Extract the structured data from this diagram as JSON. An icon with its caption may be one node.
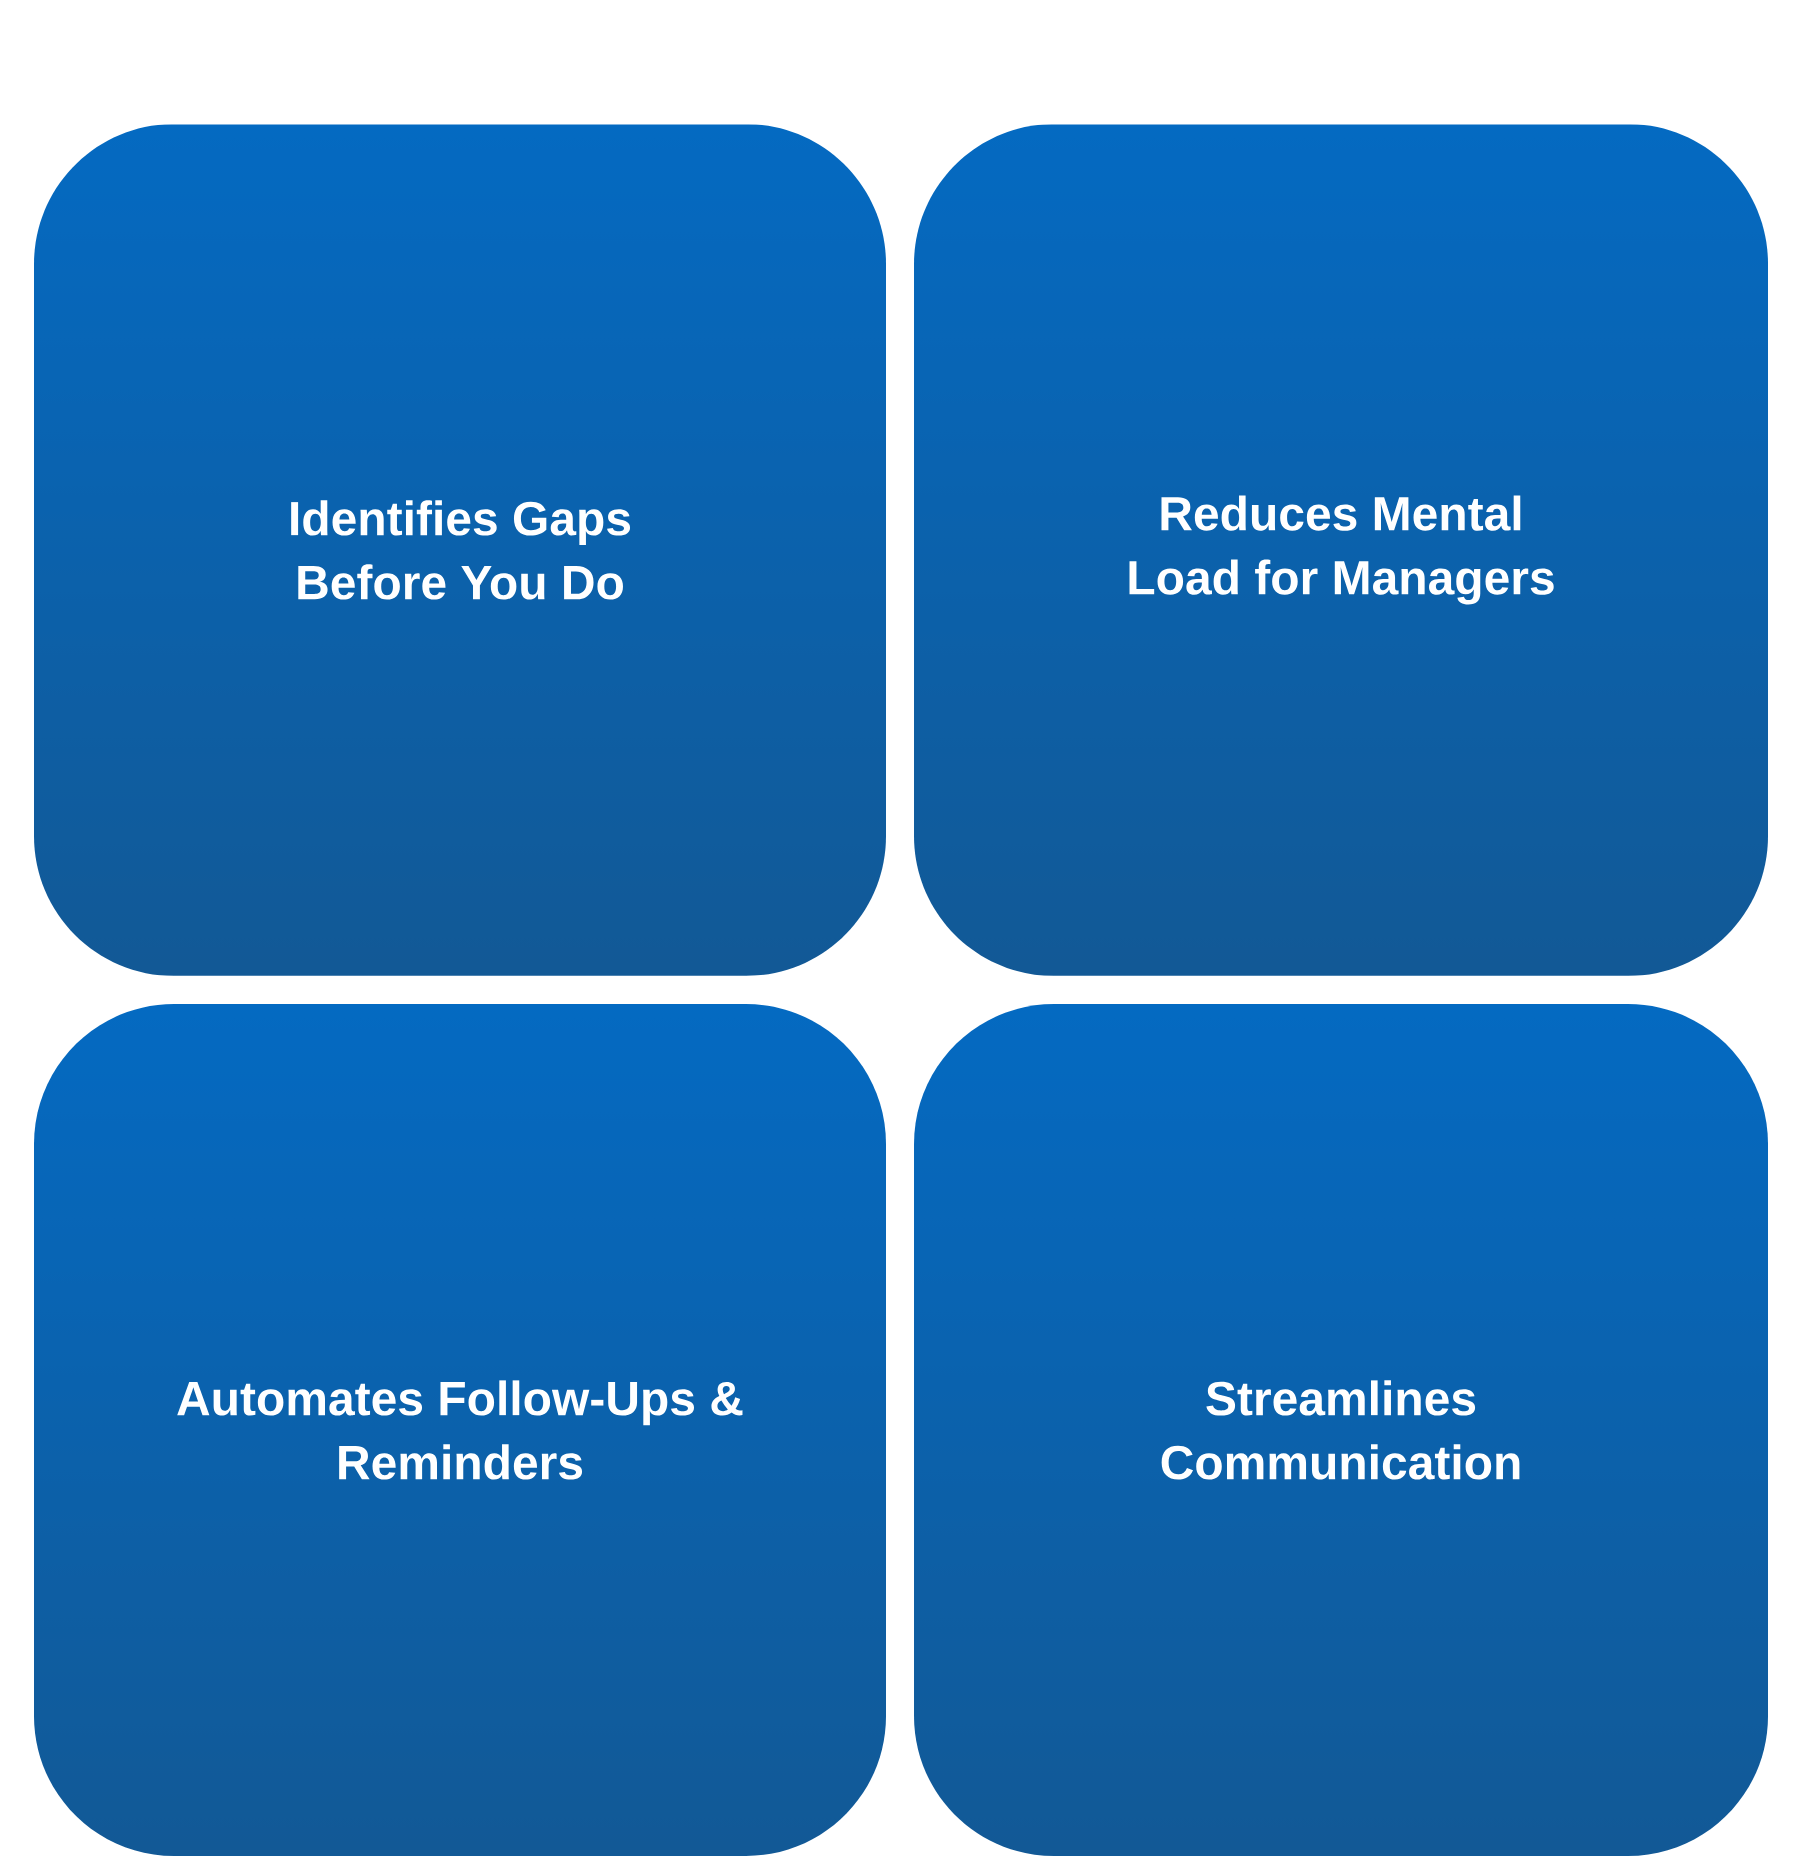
{
  "diagram": {
    "nodes": [
      {
        "text": [
          "Identifies Gaps Before You Do"
        ]
      },
      {
        "text": [
          "Reduces Mental Load for Managers"
        ]
      },
      {
        "text": [
          "Automates Follow-Ups & Reminders"
        ]
      },
      {
        "text": [
          "Streamlines Communication"
        ]
      }
    ]
  }
}
